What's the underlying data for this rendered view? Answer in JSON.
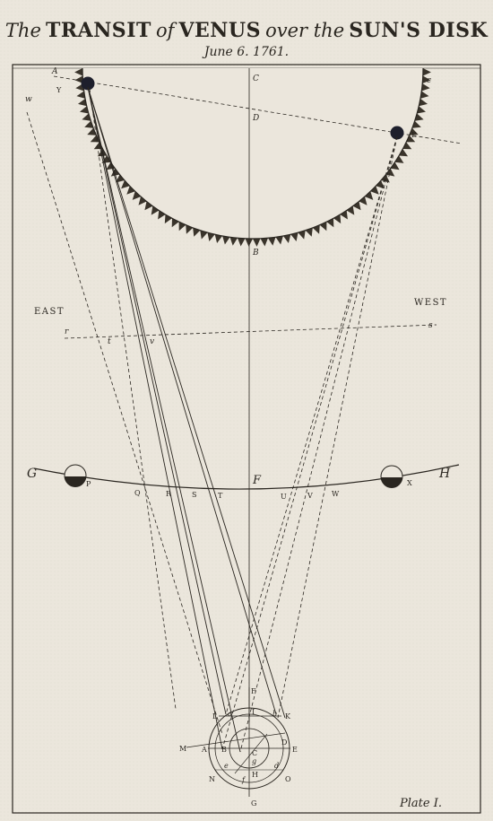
{
  "title": {
    "the": "The",
    "transit": "TRANSIT",
    "of": "of",
    "venus": "VENUS",
    "over": "over the",
    "suns": "SUN'S DISK"
  },
  "subtitle": "June 6. 1761.",
  "directions": {
    "east": "EAST",
    "west": "WEST"
  },
  "plate_label": "Plate I.",
  "labels": {
    "A": "A",
    "Y": "Y",
    "C_top": "C",
    "D_top": "D",
    "B": "B",
    "c": "c",
    "E": "E",
    "w": "w",
    "r": "r",
    "s": "s",
    "t": "t",
    "v": "v",
    "G": "G",
    "H": "H",
    "F": "F",
    "P": "P",
    "Q": "Q",
    "R": "R",
    "S": "S",
    "T": "T",
    "U": "U",
    "V": "V",
    "W": "W",
    "X": "X",
    "cF": "F",
    "cL": "L",
    "cK": "K",
    "cI": "I",
    "cM": "M",
    "cA": "A",
    "cB": "B",
    "cC": "C",
    "cD": "D",
    "cE": "E",
    "cN": "N",
    "cO": "O",
    "cG": "G",
    "cH": "H",
    "ca": "a",
    "cb": "b",
    "ce": "e",
    "cd": "d",
    "cf": "f",
    "cg": "g"
  },
  "colors": {
    "paper": "#ebe6dc",
    "ink": "#2a2620",
    "venus": "#1e1f2c"
  }
}
